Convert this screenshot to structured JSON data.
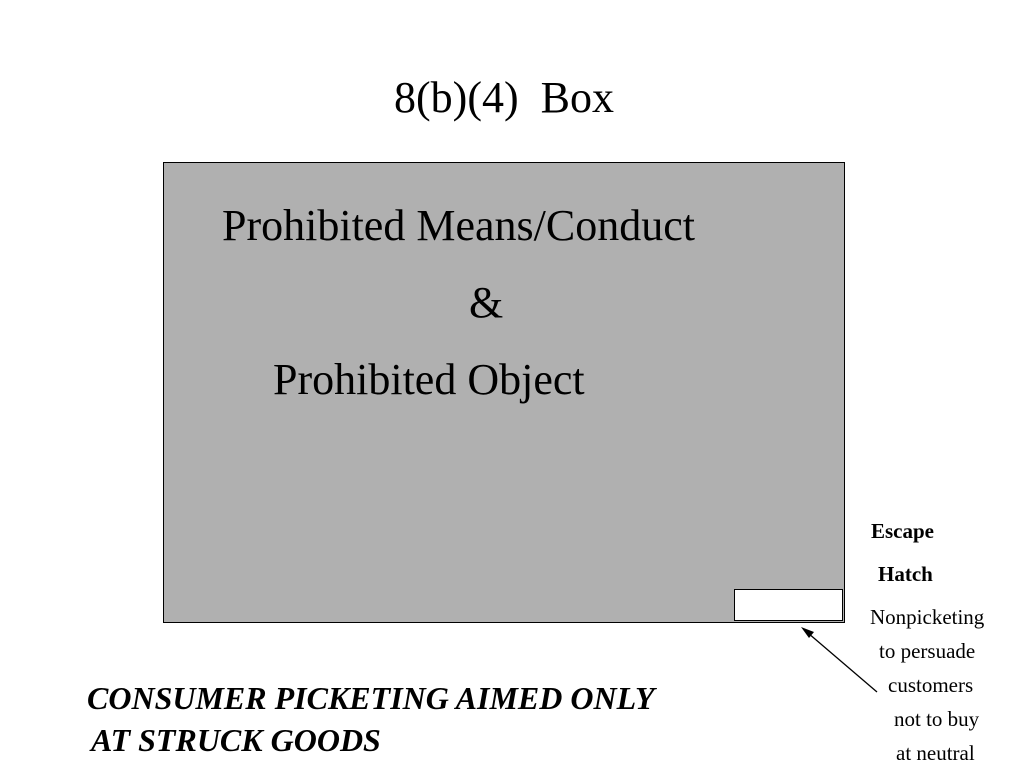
{
  "title": "8(b)(4)  Box",
  "box": {
    "line1": "Prohibited Means/Conduct",
    "line2": "&",
    "line3": "Prohibited Object",
    "fill_color": "#b0b0b0"
  },
  "escape_hatch": {
    "label_line1": "Escape",
    "label_line2": "Hatch",
    "note_lines": [
      "Nonpicketing",
      "to persuade",
      "customers",
      "not to buy",
      "at neutral"
    ]
  },
  "caption": {
    "line1": "CONSUMER PICKETING AIMED ONLY",
    "line2": "AT STRUCK GOODS"
  }
}
